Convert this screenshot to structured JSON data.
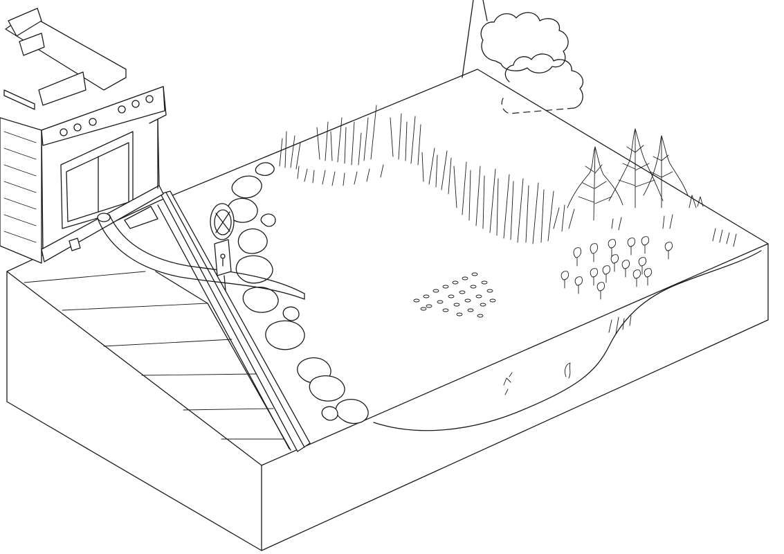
{
  "scene": {
    "style": "black line drawing on white",
    "stroke_color": "#1a1a1a",
    "background_color": "#ffffff",
    "elements": [
      "block-of-land",
      "tiny-house-trailer",
      "drain-hose",
      "drainage-channel",
      "stone-border",
      "valve-cover",
      "tall-grass",
      "shrubs",
      "tree-trunk",
      "tree-canopy",
      "mulch-patch",
      "plant-sprouts",
      "soil-layer"
    ]
  }
}
